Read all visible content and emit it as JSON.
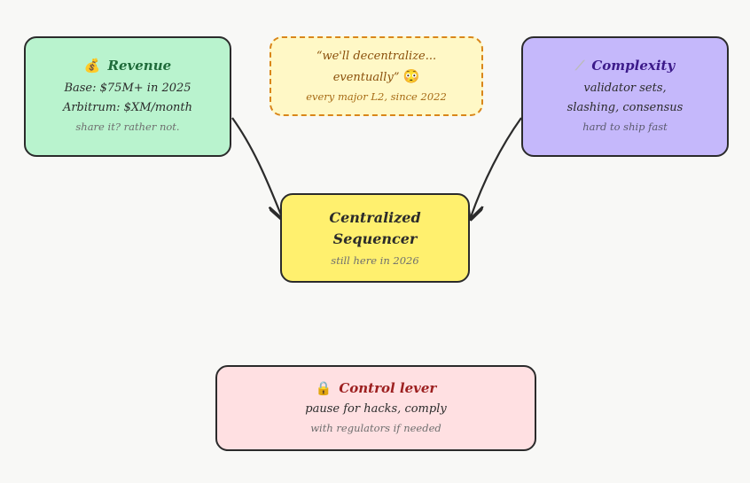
{
  "nodes": {
    "revenue": {
      "icon": "money-bag-icon",
      "icon_glyph": "💰",
      "title": "Revenue",
      "lines": [
        "Base: $75M+ in 2025",
        "Arbitrum: $XM/month"
      ],
      "note": "share it? rather not.",
      "fill": "#b9f3ce"
    },
    "quote": {
      "lines": [
        "“we'll decentralize...",
        "eventually”"
      ],
      "emoji_glyph": "😳",
      "emoji": "flushed-face-icon",
      "note": "every major L2, since 2022",
      "fill": "#fff8c6",
      "border": "#d9861a"
    },
    "complexity": {
      "icon": "bone-icon",
      "icon_glyph": "⟋",
      "title": "Complexity",
      "lines": [
        "validator sets,",
        "slashing, consensus"
      ],
      "note": "hard to ship fast",
      "fill": "#c5b8fb"
    },
    "sequencer": {
      "title_lines": [
        "Centralized",
        "Sequencer"
      ],
      "note": "still here in 2026",
      "fill": "#fff06e"
    },
    "control": {
      "icon": "lock-icon",
      "icon_glyph": "🔒",
      "title": "Control lever",
      "lines": [
        "pause for hacks, comply"
      ],
      "note": "with regulators if needed",
      "fill": "#ffe0e2"
    }
  },
  "edges": [
    {
      "from": "revenue",
      "to": "sequencer"
    },
    {
      "from": "complexity",
      "to": "sequencer"
    }
  ]
}
